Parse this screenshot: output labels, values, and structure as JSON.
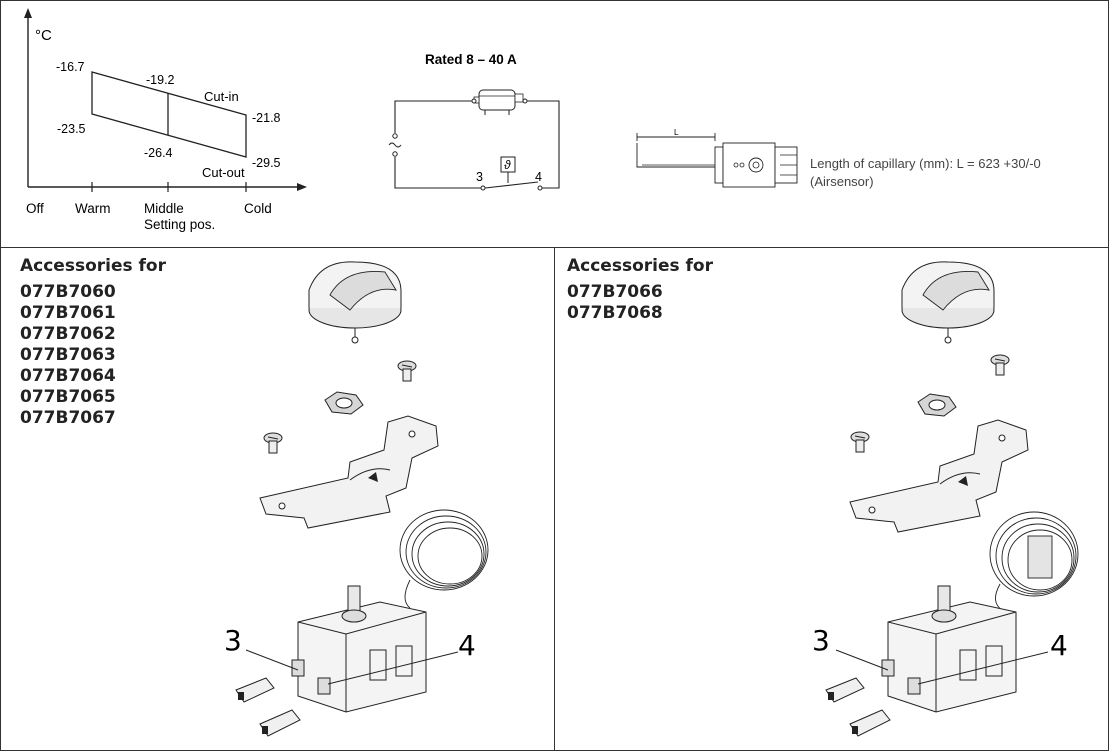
{
  "graph": {
    "unit": "°C",
    "values": [
      "-16.7",
      "-19.2",
      "-23.5",
      "-26.4",
      "-21.8",
      "-29.5"
    ],
    "cut_in_label": "Cut-in",
    "cut_out_label": "Cut-out",
    "x_labels": [
      "Off",
      "Warm",
      "Middle",
      "Cold"
    ],
    "x_caption": "Setting pos."
  },
  "circuit": {
    "rating": "Rated 8 – 40 A",
    "terminal_left": "3",
    "terminal_right": "4",
    "theta": "ϑ"
  },
  "capillary": {
    "dim_label": "L",
    "text_line1": "Length of capillary (mm): L = 623 +30/-0",
    "text_line2": "(Airsensor)"
  },
  "left_panel": {
    "heading": "Accessories for",
    "codes": [
      "077B7060",
      "077B7061",
      "077B7062",
      "077B7063",
      "077B7064",
      "077B7065",
      "077B7067"
    ],
    "terminal_3": "3",
    "terminal_4": "4"
  },
  "right_panel": {
    "heading": "Accessories for",
    "codes": [
      "077B7066",
      "077B7068"
    ],
    "terminal_3": "3",
    "terminal_4": "4"
  }
}
